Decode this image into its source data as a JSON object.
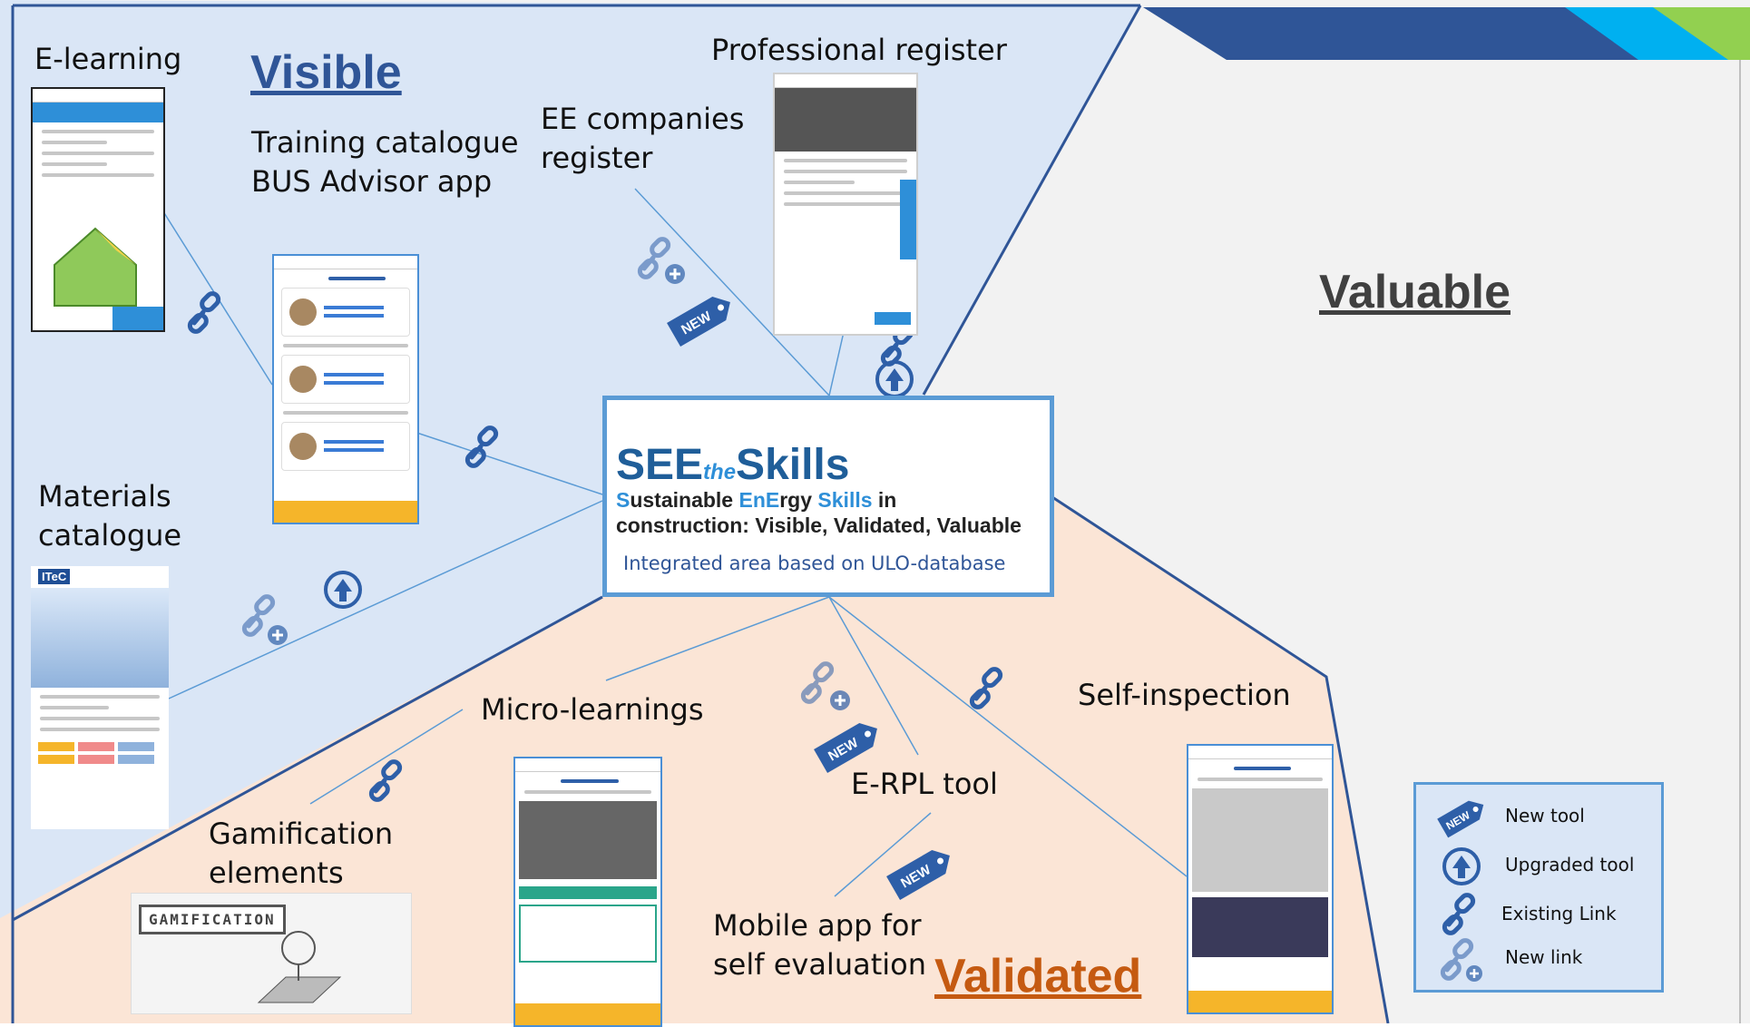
{
  "zones": {
    "visible": {
      "title": "Visible",
      "color": "#2f5597",
      "fill": "#dae6f6"
    },
    "valuable": {
      "title": "Valuable",
      "color": "#404040",
      "fill": "#f2f2f2"
    },
    "validated": {
      "title": "Validated",
      "color": "#c55a11",
      "fill": "#fbe5d6"
    }
  },
  "center": {
    "brand_see": "SEE",
    "brand_the": "the",
    "brand_skills": "Skills",
    "tagline_line1_s": "S",
    "tagline_line1_a": "ustainable ",
    "tagline_line1_en": "EnE",
    "tagline_line1_b": "rgy ",
    "tagline_line1_skills": "Skills",
    "tagline_line1_c": " in",
    "tagline_line2": "construction: Visible, Validated, Valuable",
    "integrated": "Integrated area based on ULO-database"
  },
  "tools": {
    "elearning": "E-learning",
    "training_1": "Training catalogue",
    "training_2": "BUS Advisor app",
    "ee_1": "EE companies",
    "ee_2": "register",
    "professional": "Professional register",
    "materials_1": "Materials",
    "materials_2": "catalogue",
    "microlearnings": "Micro-learnings",
    "gamification_1": "Gamification",
    "gamification_2": "elements",
    "erpl": "E-RPL tool",
    "mobile_1": "Mobile app for",
    "mobile_2": "self evaluation",
    "selfinspection": "Self-inspection"
  },
  "screens": {
    "materials_logo": "ITeC",
    "gamification_banner": "GAMIFICATION"
  },
  "badge_text": "NEW",
  "legend": {
    "items": [
      {
        "icon": "new-tag-icon",
        "label": "New tool"
      },
      {
        "icon": "upgraded-icon",
        "label": "Upgraded tool"
      },
      {
        "icon": "link-icon",
        "label": "Existing Link"
      },
      {
        "icon": "new-link-icon",
        "label": "New link"
      }
    ]
  },
  "colors": {
    "accent": "#2f5597",
    "icon_blue": "#2e5fa8",
    "connector": "#5b9bd5",
    "stripe_dark": "#2f5597",
    "stripe_light": "#00b0f0",
    "stripe_green": "#92d050"
  }
}
